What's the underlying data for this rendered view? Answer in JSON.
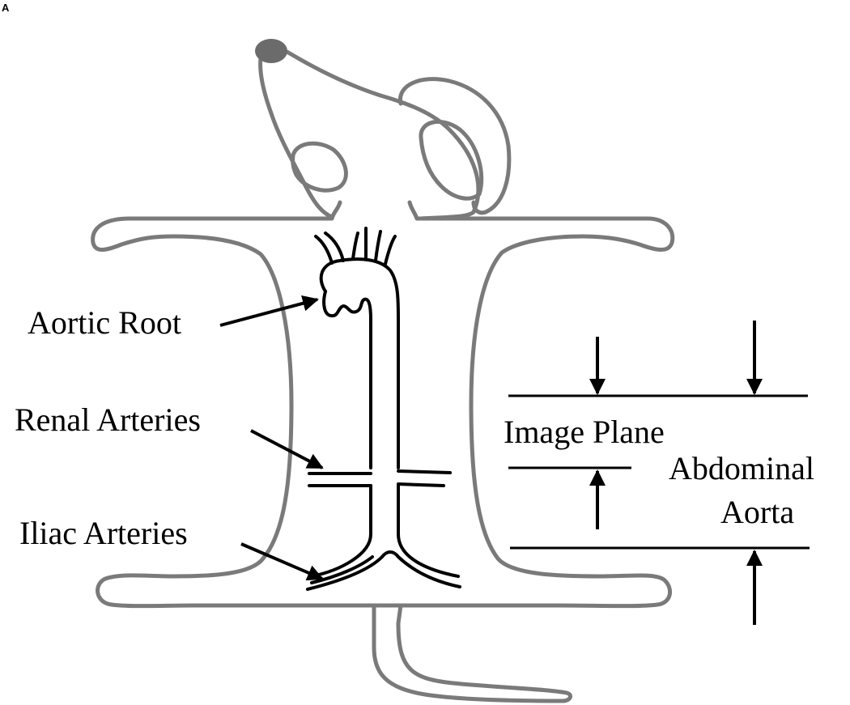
{
  "panel_label": "A",
  "labels": {
    "aortic_root": "Aortic Root",
    "renal_arteries": "Renal Arteries",
    "iliac_arteries": "Iliac Arteries",
    "image_plane": "Image Plane",
    "abdominal_line1": "Abdominal",
    "abdominal_line2": "Aorta"
  },
  "colors": {
    "mouse_outline": "#7a7a7a",
    "nose": "#6b6b6b",
    "vessels": "#000000"
  }
}
